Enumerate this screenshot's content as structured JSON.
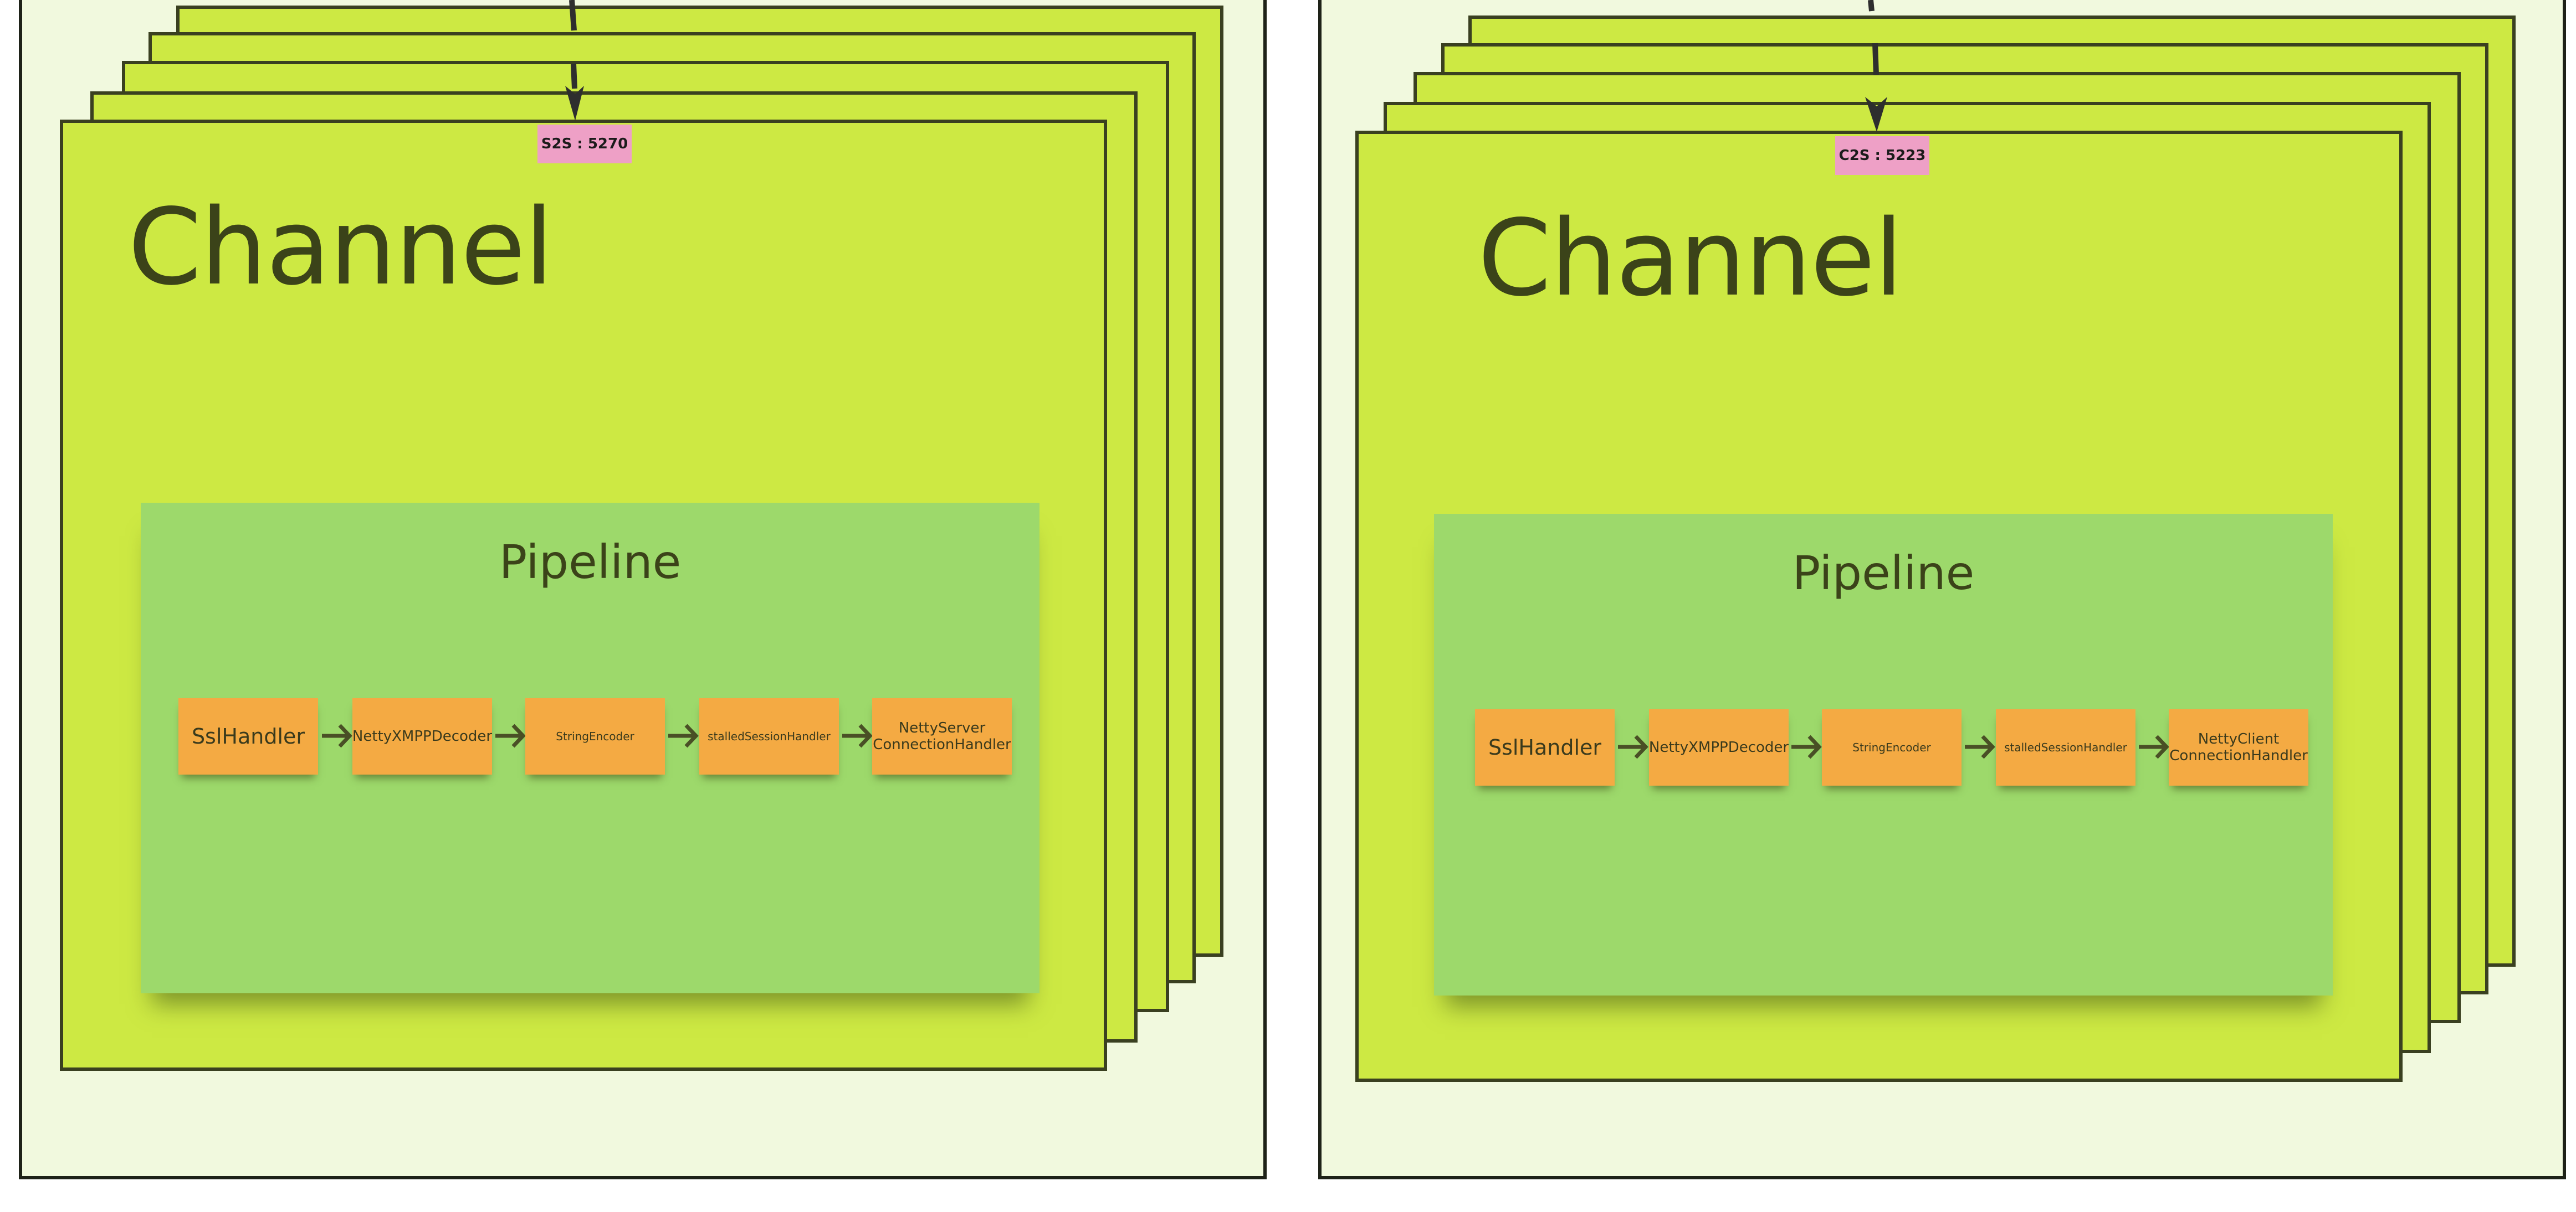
{
  "panels": [
    {
      "name": "server",
      "channel_title": "Channel",
      "port_label": "S2S : 5270",
      "pipeline_title": "Pipeline",
      "handlers": [
        "SslHandler",
        "NettyXMPPDecoder",
        "StringEncoder",
        "stalledSessionHandler",
        "NettyServer ConnectionHandler"
      ]
    },
    {
      "name": "client",
      "channel_title": "Channel",
      "port_label": "C2S : 5223",
      "pipeline_title": "Pipeline",
      "handlers": [
        "SslHandler",
        "NettyXMPPDecoder",
        "StringEncoder",
        "stalledSessionHandler",
        "NettyClient ConnectionHandler"
      ]
    }
  ],
  "colors": {
    "frame_bg": "#f1f9de",
    "channel": "#cde943",
    "pipeline": "#9dd96b",
    "handler": "#f4aa43",
    "port_tag": "#eea0c6",
    "outline": "#3a4020"
  }
}
